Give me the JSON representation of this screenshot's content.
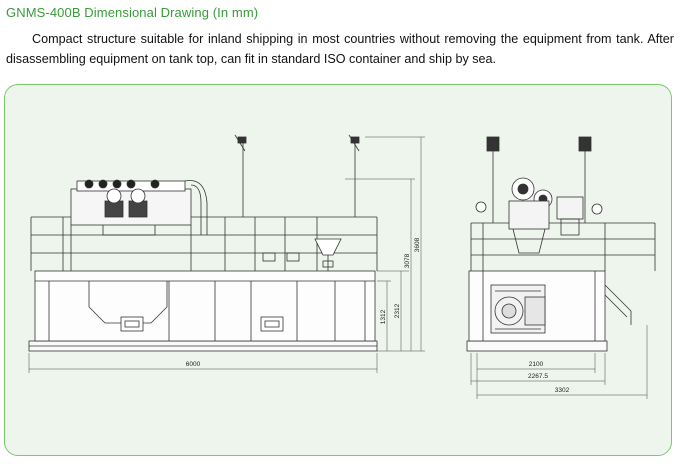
{
  "header": {
    "title": "GNMS-400B Dimensional Drawing (In mm)",
    "description": "Compact structure suitable for inland shipping in most countries without removing the equipment from tank. After disassembling equipment on tank top, can fit in standard ISO container and ship by sea."
  },
  "drawing": {
    "side_view": {
      "length_label": "6000",
      "height_labels": [
        "1312",
        "2312",
        "3078",
        "3608"
      ]
    },
    "end_view": {
      "width_labels": [
        "2100",
        "2267.5",
        "3302"
      ]
    }
  },
  "colors": {
    "title_green": "#3a9a3a",
    "frame_border": "#7cc86f",
    "frame_fill": "#eef5ec"
  }
}
